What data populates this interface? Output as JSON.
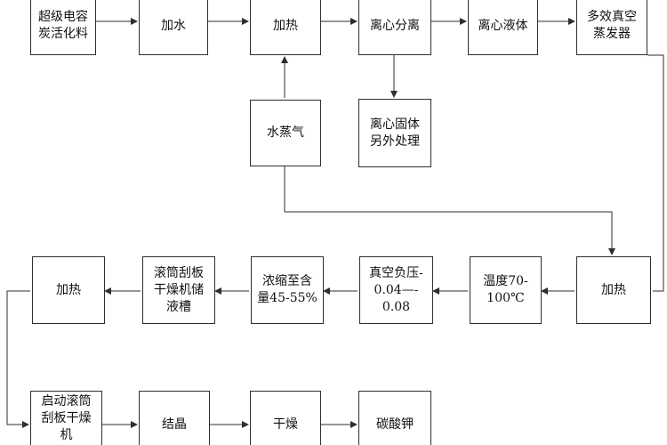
{
  "nodes": {
    "raw_material": "超级电容\n炭活化料",
    "add_water": "加水",
    "heating_1": "加热",
    "centrifuge": "离心分离",
    "centrifuge_liquid": "离心液体",
    "evaporator": "多效真空\n蒸发器",
    "steam": "水蒸气",
    "centrifuge_solid": "离心固体\n另外处理",
    "heating_2": "加热",
    "temperature": "温度70-\n100℃",
    "vacuum": "真空负压-\n0.04—-\n0.08",
    "concentrate": "浓缩至含\n量45-55%",
    "storage_tank": "滚筒刮板\n干燥机储\n液槽",
    "heating_3": "加热",
    "start_dryer": "启动滚筒\n刮板干燥\n机",
    "crystallize": "结晶",
    "dry": "干燥",
    "product": "碳酸钾"
  },
  "colors": {
    "line": "#2e2e2e",
    "border": "#2e2e2e",
    "text": "#111111"
  }
}
